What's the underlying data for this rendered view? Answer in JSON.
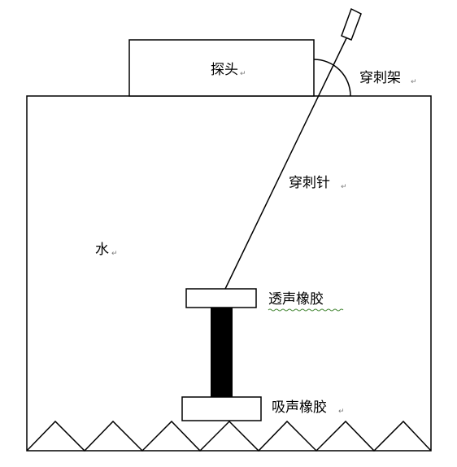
{
  "labels": {
    "probe": "探头",
    "bracket": "穿刺架",
    "needle": "穿刺针",
    "water": "水",
    "transmit_rubber": "透声橡胶",
    "absorb_rubber": "吸声橡胶"
  },
  "paragraph_mark": "↵",
  "colors": {
    "stroke": "#000000",
    "fill": "#ffffff",
    "column": "#000000",
    "squiggle": "#4a8a3a"
  }
}
